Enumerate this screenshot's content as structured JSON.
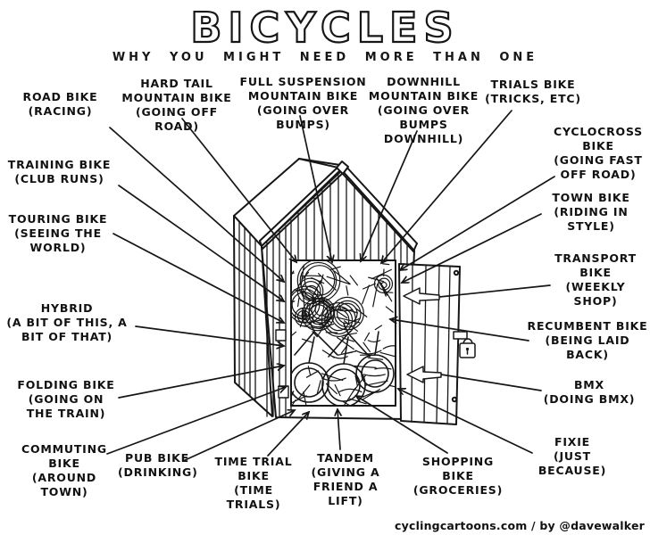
{
  "title": "BICYCLES",
  "subtitle": "WHY YOU MIGHT NEED MORE THAN ONE",
  "credit": "cyclingcartoons.com / by @davewalker",
  "colors": {
    "ink": "#161616",
    "paper": "#ffffff"
  },
  "shed": {
    "icon": "padlock-icon",
    "subject": "shed crammed full of bicycles"
  },
  "labels": [
    {
      "id": "road-bike",
      "name": "ROAD BIKE",
      "purpose": "(RACING)"
    },
    {
      "id": "training-bike",
      "name": "TRAINING BIKE",
      "purpose": "(CLUB RUNS)"
    },
    {
      "id": "touring-bike",
      "name": "TOURING BIKE",
      "purpose": "(SEEING THE WORLD)"
    },
    {
      "id": "hybrid",
      "name": "HYBRID",
      "purpose": "(A BIT OF THIS, A BIT OF THAT)"
    },
    {
      "id": "folding-bike",
      "name": "FOLDING BIKE",
      "purpose": "(GOING ON THE TRAIN)"
    },
    {
      "id": "commuting-bike",
      "name": "COMMUTING BIKE",
      "purpose": "(AROUND TOWN)"
    },
    {
      "id": "hard-tail",
      "name": "HARD TAIL MOUNTAIN BIKE",
      "purpose": "(GOING OFF ROAD)"
    },
    {
      "id": "full-suspension",
      "name": "FULL SUSPENSION MOUNTAIN BIKE",
      "purpose": "(GOING OVER BUMPS)"
    },
    {
      "id": "downhill",
      "name": "DOWNHILL MOUNTAIN BIKE",
      "purpose": "(GOING OVER BUMPS DOWNHILL)"
    },
    {
      "id": "trials-bike",
      "name": "TRIALS BIKE",
      "purpose": "(TRICKS, ETC)"
    },
    {
      "id": "cyclocross-bike",
      "name": "CYCLOCROSS BIKE",
      "purpose": "(GOING FAST OFF ROAD)"
    },
    {
      "id": "town-bike",
      "name": "TOWN BIKE",
      "purpose": "(RIDING IN STYLE)"
    },
    {
      "id": "transport-bike",
      "name": "TRANSPORT BIKE",
      "purpose": "(WEEKLY SHOP)"
    },
    {
      "id": "recumbent-bike",
      "name": "RECUMBENT BIKE",
      "purpose": "(BEING LAID BACK)"
    },
    {
      "id": "bmx",
      "name": "BMX",
      "purpose": "(DOING BMX)"
    },
    {
      "id": "fixie",
      "name": "FIXIE",
      "purpose": "(JUST BECAUSE)"
    },
    {
      "id": "pub-bike",
      "name": "PUB BIKE",
      "purpose": "(DRINKING)"
    },
    {
      "id": "time-trial-bike",
      "name": "TIME TRIAL BIKE",
      "purpose": "(TIME TRIALS)"
    },
    {
      "id": "tandem",
      "name": "TANDEM",
      "purpose": "(GIVING A FRIEND A LIFT)"
    },
    {
      "id": "shopping-bike",
      "name": "SHOPPING BIKE",
      "purpose": "(GROCERIES)"
    }
  ]
}
